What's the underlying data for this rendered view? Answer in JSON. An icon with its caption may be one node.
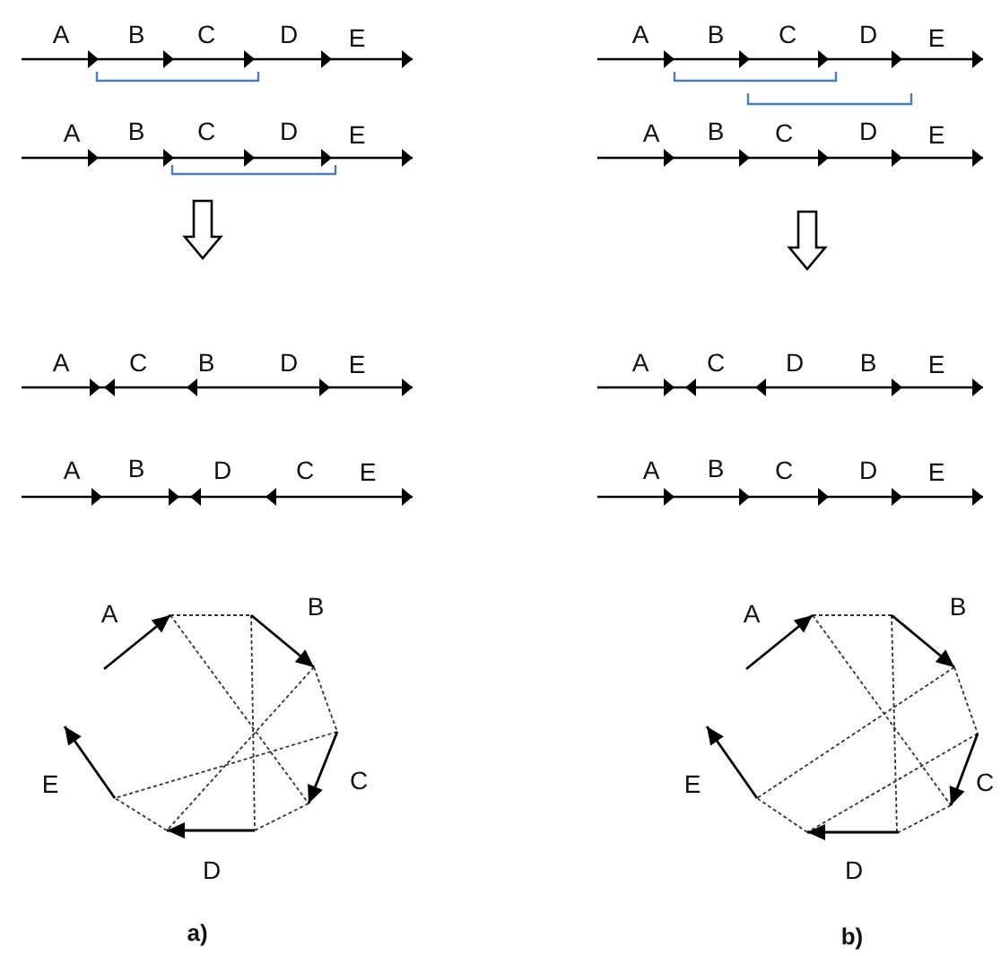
{
  "diagram": {
    "labels": [
      "A",
      "B",
      "C",
      "D",
      "E",
      "A",
      "B",
      "C",
      "D",
      "E",
      "A",
      "C",
      "B",
      "D",
      "E",
      "A",
      "B",
      "D",
      "C",
      "E",
      "A",
      "B",
      "E",
      "C",
      "D",
      "a)",
      "A",
      "B",
      "C",
      "D",
      "E",
      "A",
      "B",
      "C",
      "D",
      "E",
      "A",
      "C",
      "D",
      "B",
      "E",
      "A",
      "B",
      "C",
      "D",
      "E",
      "A",
      "B",
      "E",
      "C",
      "D",
      "b)"
    ]
  }
}
